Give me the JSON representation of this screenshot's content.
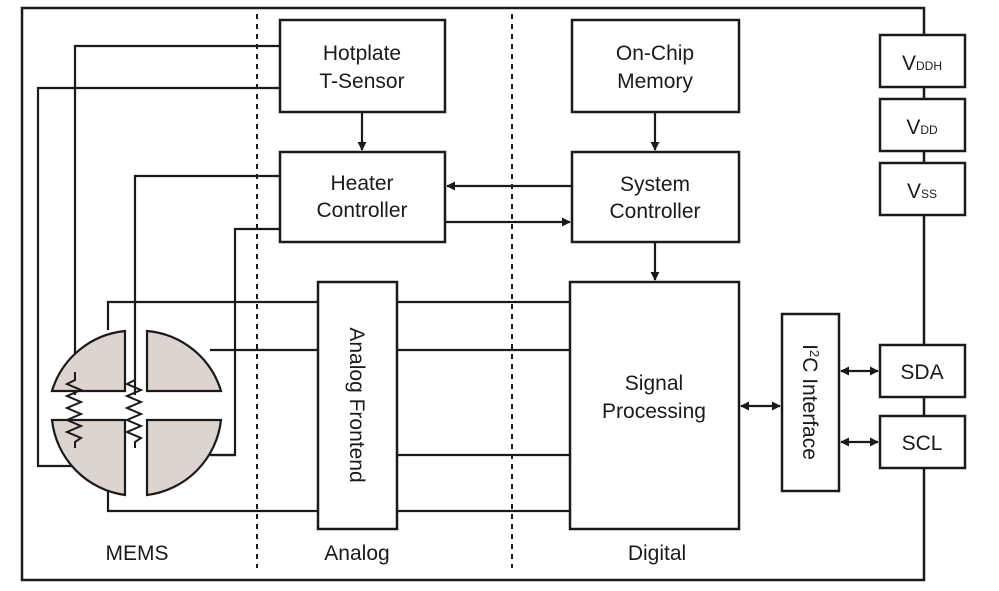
{
  "blocks": {
    "hotplate_line1": "Hotplate",
    "hotplate_line2": "T-Sensor",
    "heater_line1": "Heater",
    "heater_line2": "Controller",
    "memory_line1": "On-Chip",
    "memory_line2": "Memory",
    "system_line1": "System",
    "system_line2": "Controller",
    "analog_frontend": "Analog Frontend",
    "signal_line1": "Signal",
    "signal_line2": "Processing",
    "i2c_sup": "2",
    "i2c_rest": "C Interface",
    "i2c_prefix": "I"
  },
  "pins": {
    "vddh_main": "V",
    "vddh_sub": "DDH",
    "vdd_main": "V",
    "vdd_sub": "DD",
    "vss_main": "V",
    "vss_sub": "SS",
    "sda": "SDA",
    "scl": "SCL"
  },
  "sections": {
    "mems": "MEMS",
    "analog": "Analog",
    "digital": "Digital"
  },
  "colors": {
    "mems_fill": "#ddd3cf",
    "line": "#1a1a1a"
  }
}
